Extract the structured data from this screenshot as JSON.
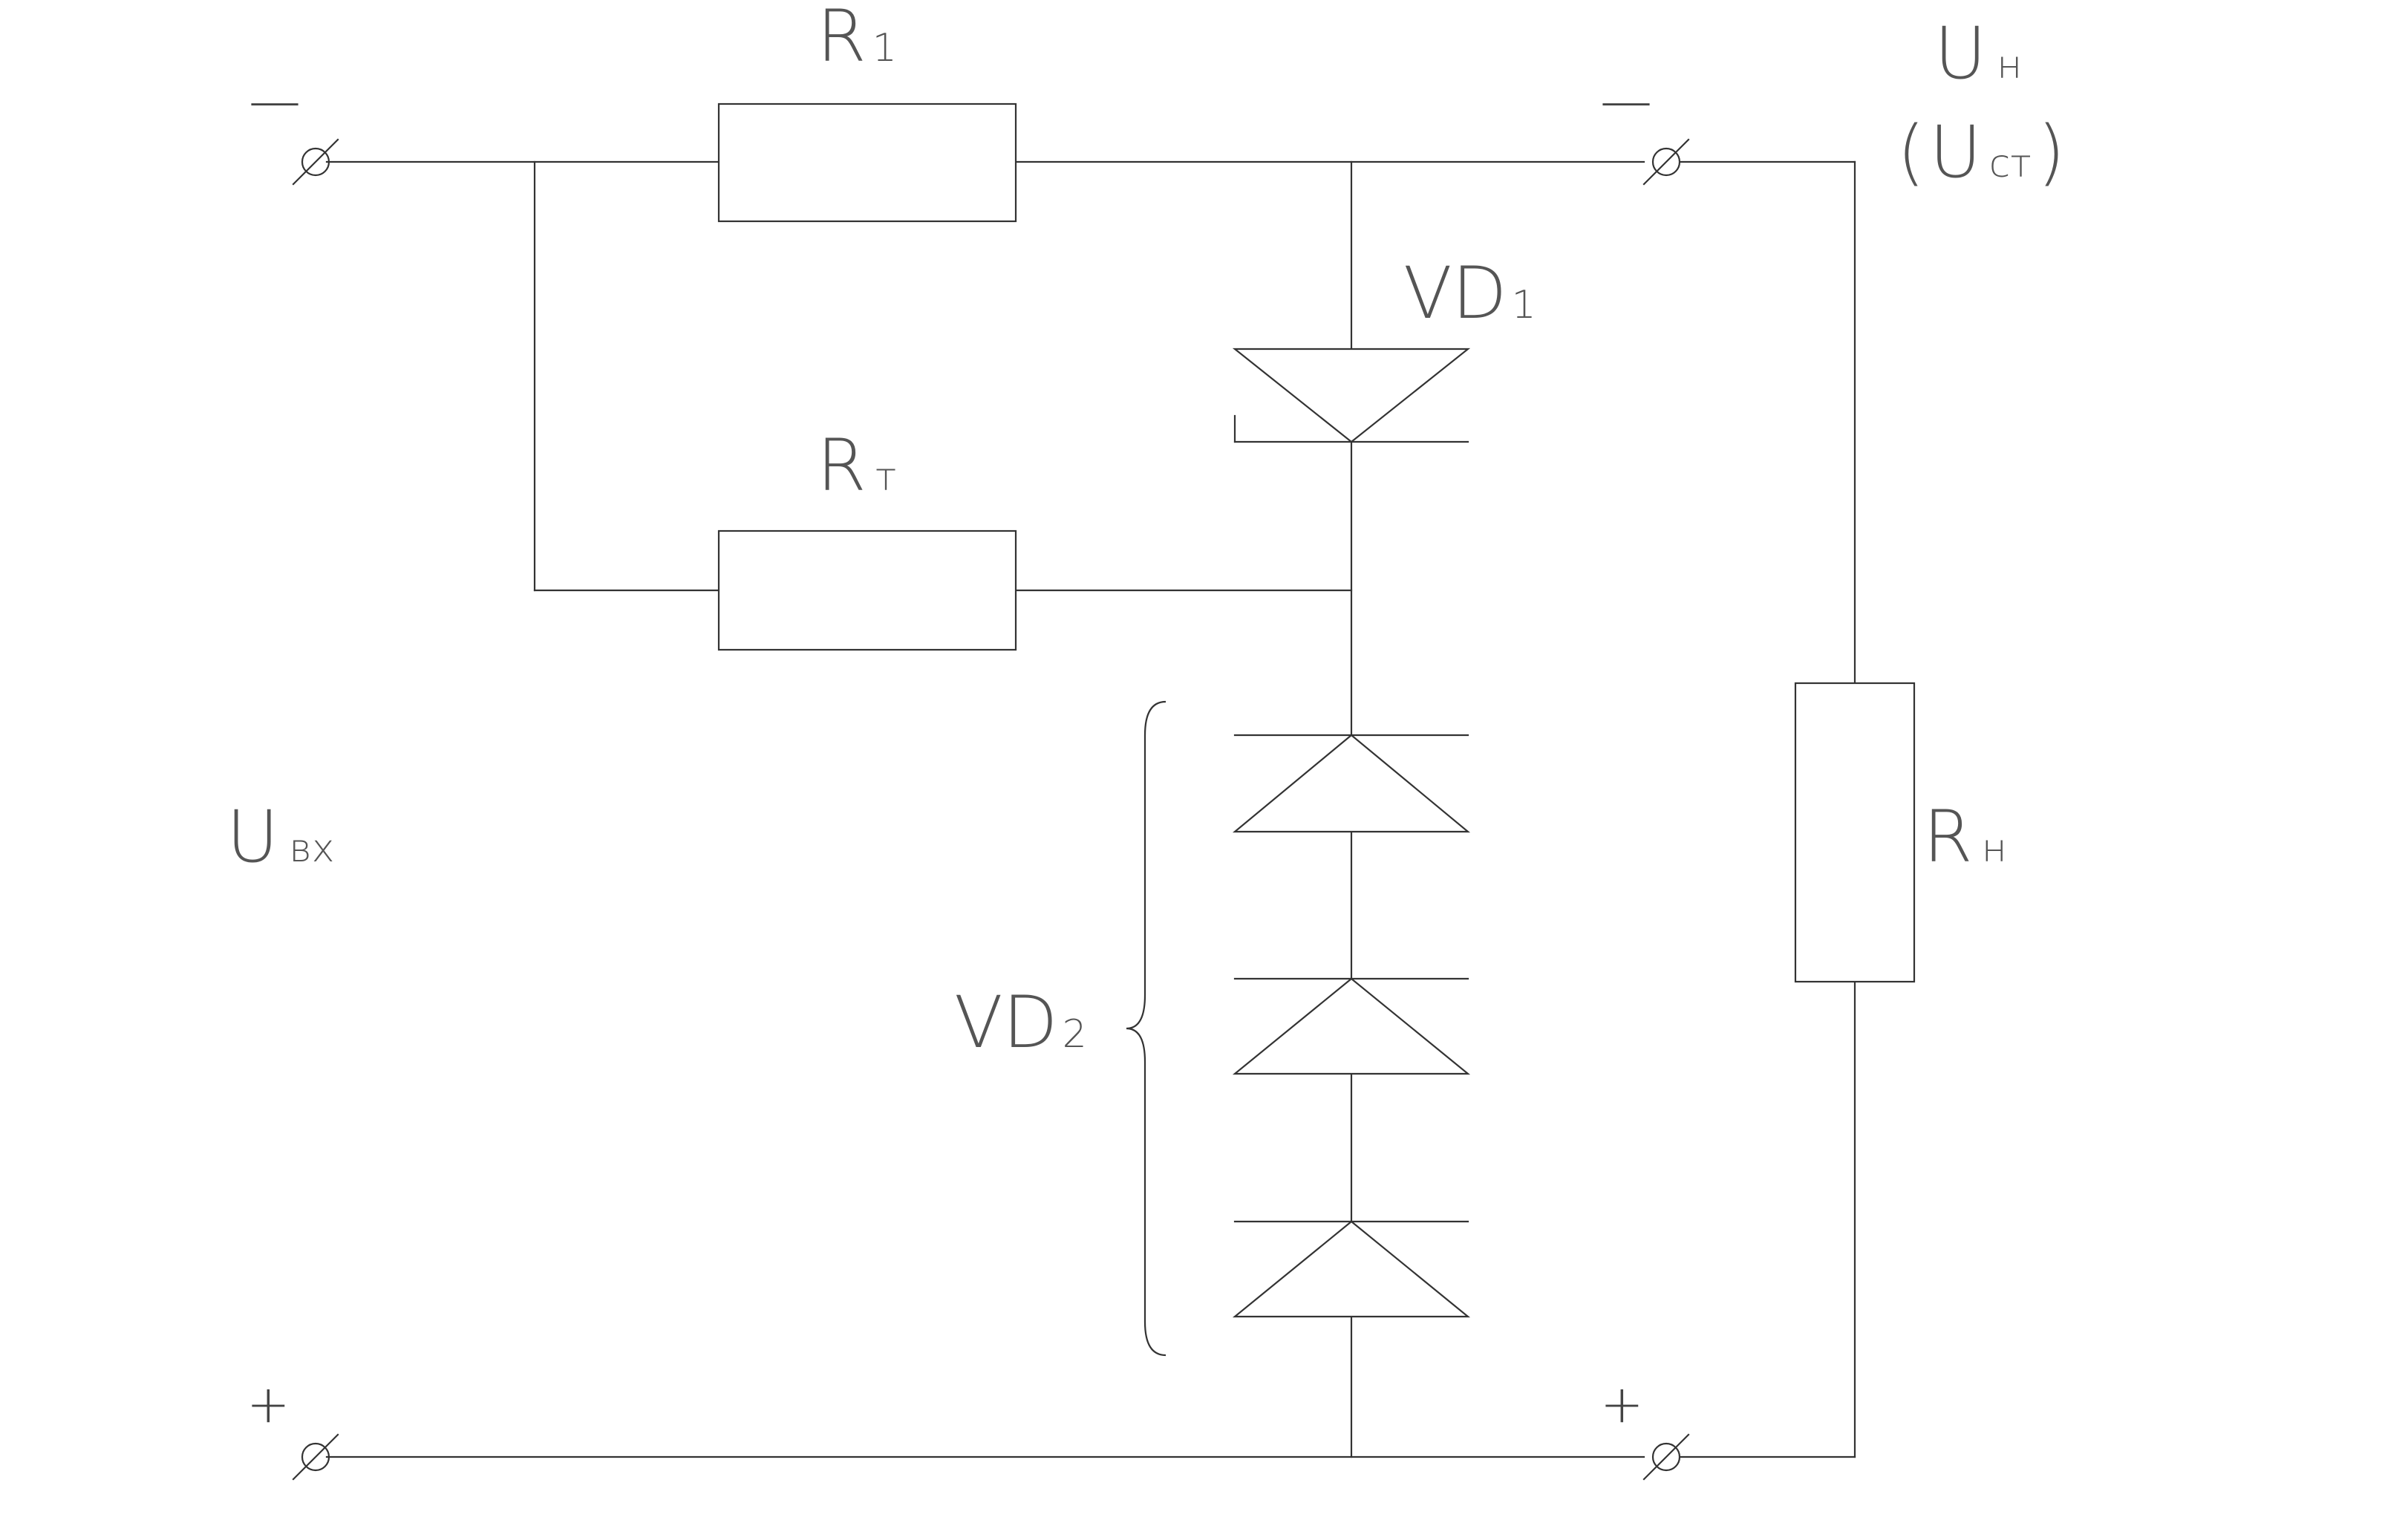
{
  "labels": {
    "r1": {
      "main": "R",
      "sub": "1"
    },
    "rt": {
      "main": "R",
      "sub": "т"
    },
    "rh": {
      "main": "R",
      "sub": "н"
    },
    "vd1": {
      "main": "VD",
      "sub": "1"
    },
    "vd2": {
      "main": "VD",
      "sub": "2"
    },
    "u_in": {
      "main": "U",
      "sub": "вх"
    },
    "u_out": {
      "main": "U",
      "sub": "н"
    },
    "u_st": {
      "open": "(",
      "main": "U",
      "sub": "ст",
      "close": ")"
    }
  },
  "terminal_signs": {
    "in_top": "—",
    "out_top": "—",
    "in_bottom": "+",
    "out_bottom": "+"
  },
  "colors": {
    "line": "#333333",
    "text": "#555555"
  }
}
